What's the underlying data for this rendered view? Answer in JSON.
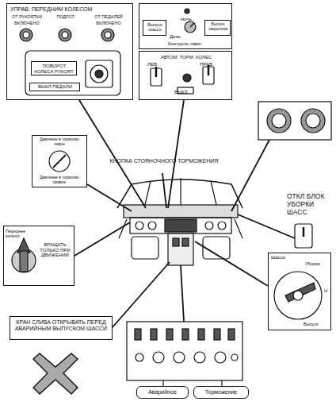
{
  "diagram": {
    "nodes": [
      {
        "text": [
          "УПРАВ. ПЕРЕДНИМ КОЛЕСОМ",
          "ОТ РУКОЯТКИ",
          "ПОДГОТ.",
          "ОТ ПЕДАЛЕЙ",
          "ВКЛЮЧЕНО",
          "ВКЛЮЧЕНО"
        ]
      },
      {
        "text": [
          "ПОВОРОТ КОЛЕСА РУКОЯТ."
        ],
        "in": 0
      },
      {
        "text": [
          "ВЫКЛ ПЕДАЛИ"
        ],
        "in": 0
      },
      {
        "text": [
          "Ночь",
          "День",
          "Контроль ламп"
        ]
      },
      {
        "text": [
          "Выпуск шасси"
        ],
        "in": 3
      },
      {
        "text": [
          "Выпуск закрылков"
        ],
        "in": 3
      },
      {
        "text": [
          "АВТОМ. ТОРМ. КОЛЕС",
          "ЛЕВ.",
          "ПРАВ.",
          "ВЫКЛ"
        ]
      },
      {
        "text": [
          "Давление в тормозах левое",
          "Давление в тормозах правое"
        ]
      },
      {
        "text": [
          "Переднее колесо",
          "ВРАЩАТЬ ТОЛЬКО ПРИ ДВИЖЕНИИ"
        ]
      },
      {
        "text": [
          "Шасси",
          "Уборка",
          "Н",
          "Выпуск"
        ]
      },
      {
        "text": [
          "КРАН СЛИВА ОТКРЫВАТЬ ПЕРЕД АВАРИЙНЫМ ВЫПУСКОМ ШАССИ"
        ]
      },
      {
        "text": [
          "Аварийное"
        ]
      },
      {
        "text": [
          "Торможение"
        ]
      }
    ],
    "labels": [
      "КНОПКА СТОЯНОЧНОГО ТОРМОЖЕНИЯ",
      "ОТКЛ БЛОК УБОРКИ ШАСС"
    ]
  }
}
